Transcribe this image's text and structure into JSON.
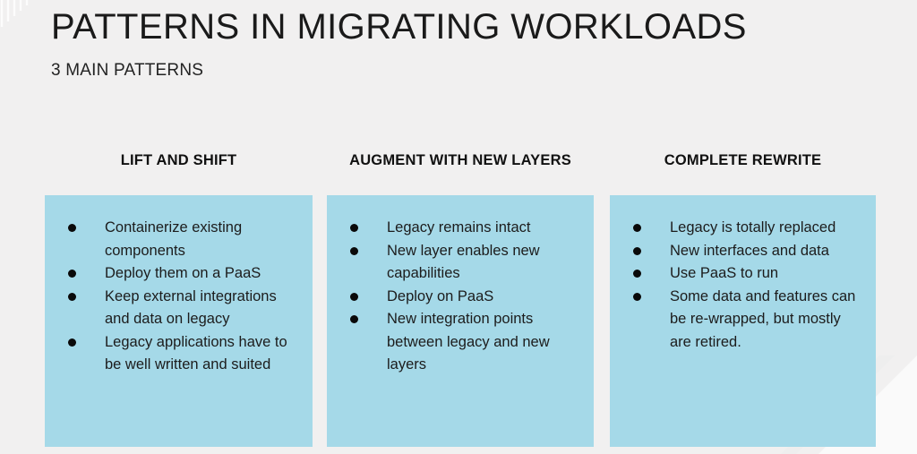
{
  "slide": {
    "title": "PATTERNS IN MIGRATING WORKLOADS",
    "subtitle": "3 MAIN PATTERNS",
    "background_color": "#f1f0f0",
    "card_color": "#a5d9e8",
    "title_color": "#1a1a1a",
    "bullet_color": "#0a0a0a"
  },
  "columns": [
    {
      "header": "LIFT AND SHIFT",
      "bullets": [
        "Containerize existing components",
        "Deploy them on a PaaS",
        "Keep external integrations and data on legacy",
        "Legacy applications have to be well written and suited"
      ]
    },
    {
      "header": "AUGMENT WITH NEW LAYERS",
      "bullets": [
        "Legacy remains intact",
        "New layer enables new capabilities",
        "Deploy on PaaS",
        "New integration points between legacy and new layers"
      ]
    },
    {
      "header": "COMPLETE REWRITE",
      "bullets": [
        "Legacy is totally replaced",
        "New interfaces and data",
        "Use PaaS to run",
        "Some data and features can be re-wrapped, but mostly are retired."
      ]
    }
  ]
}
